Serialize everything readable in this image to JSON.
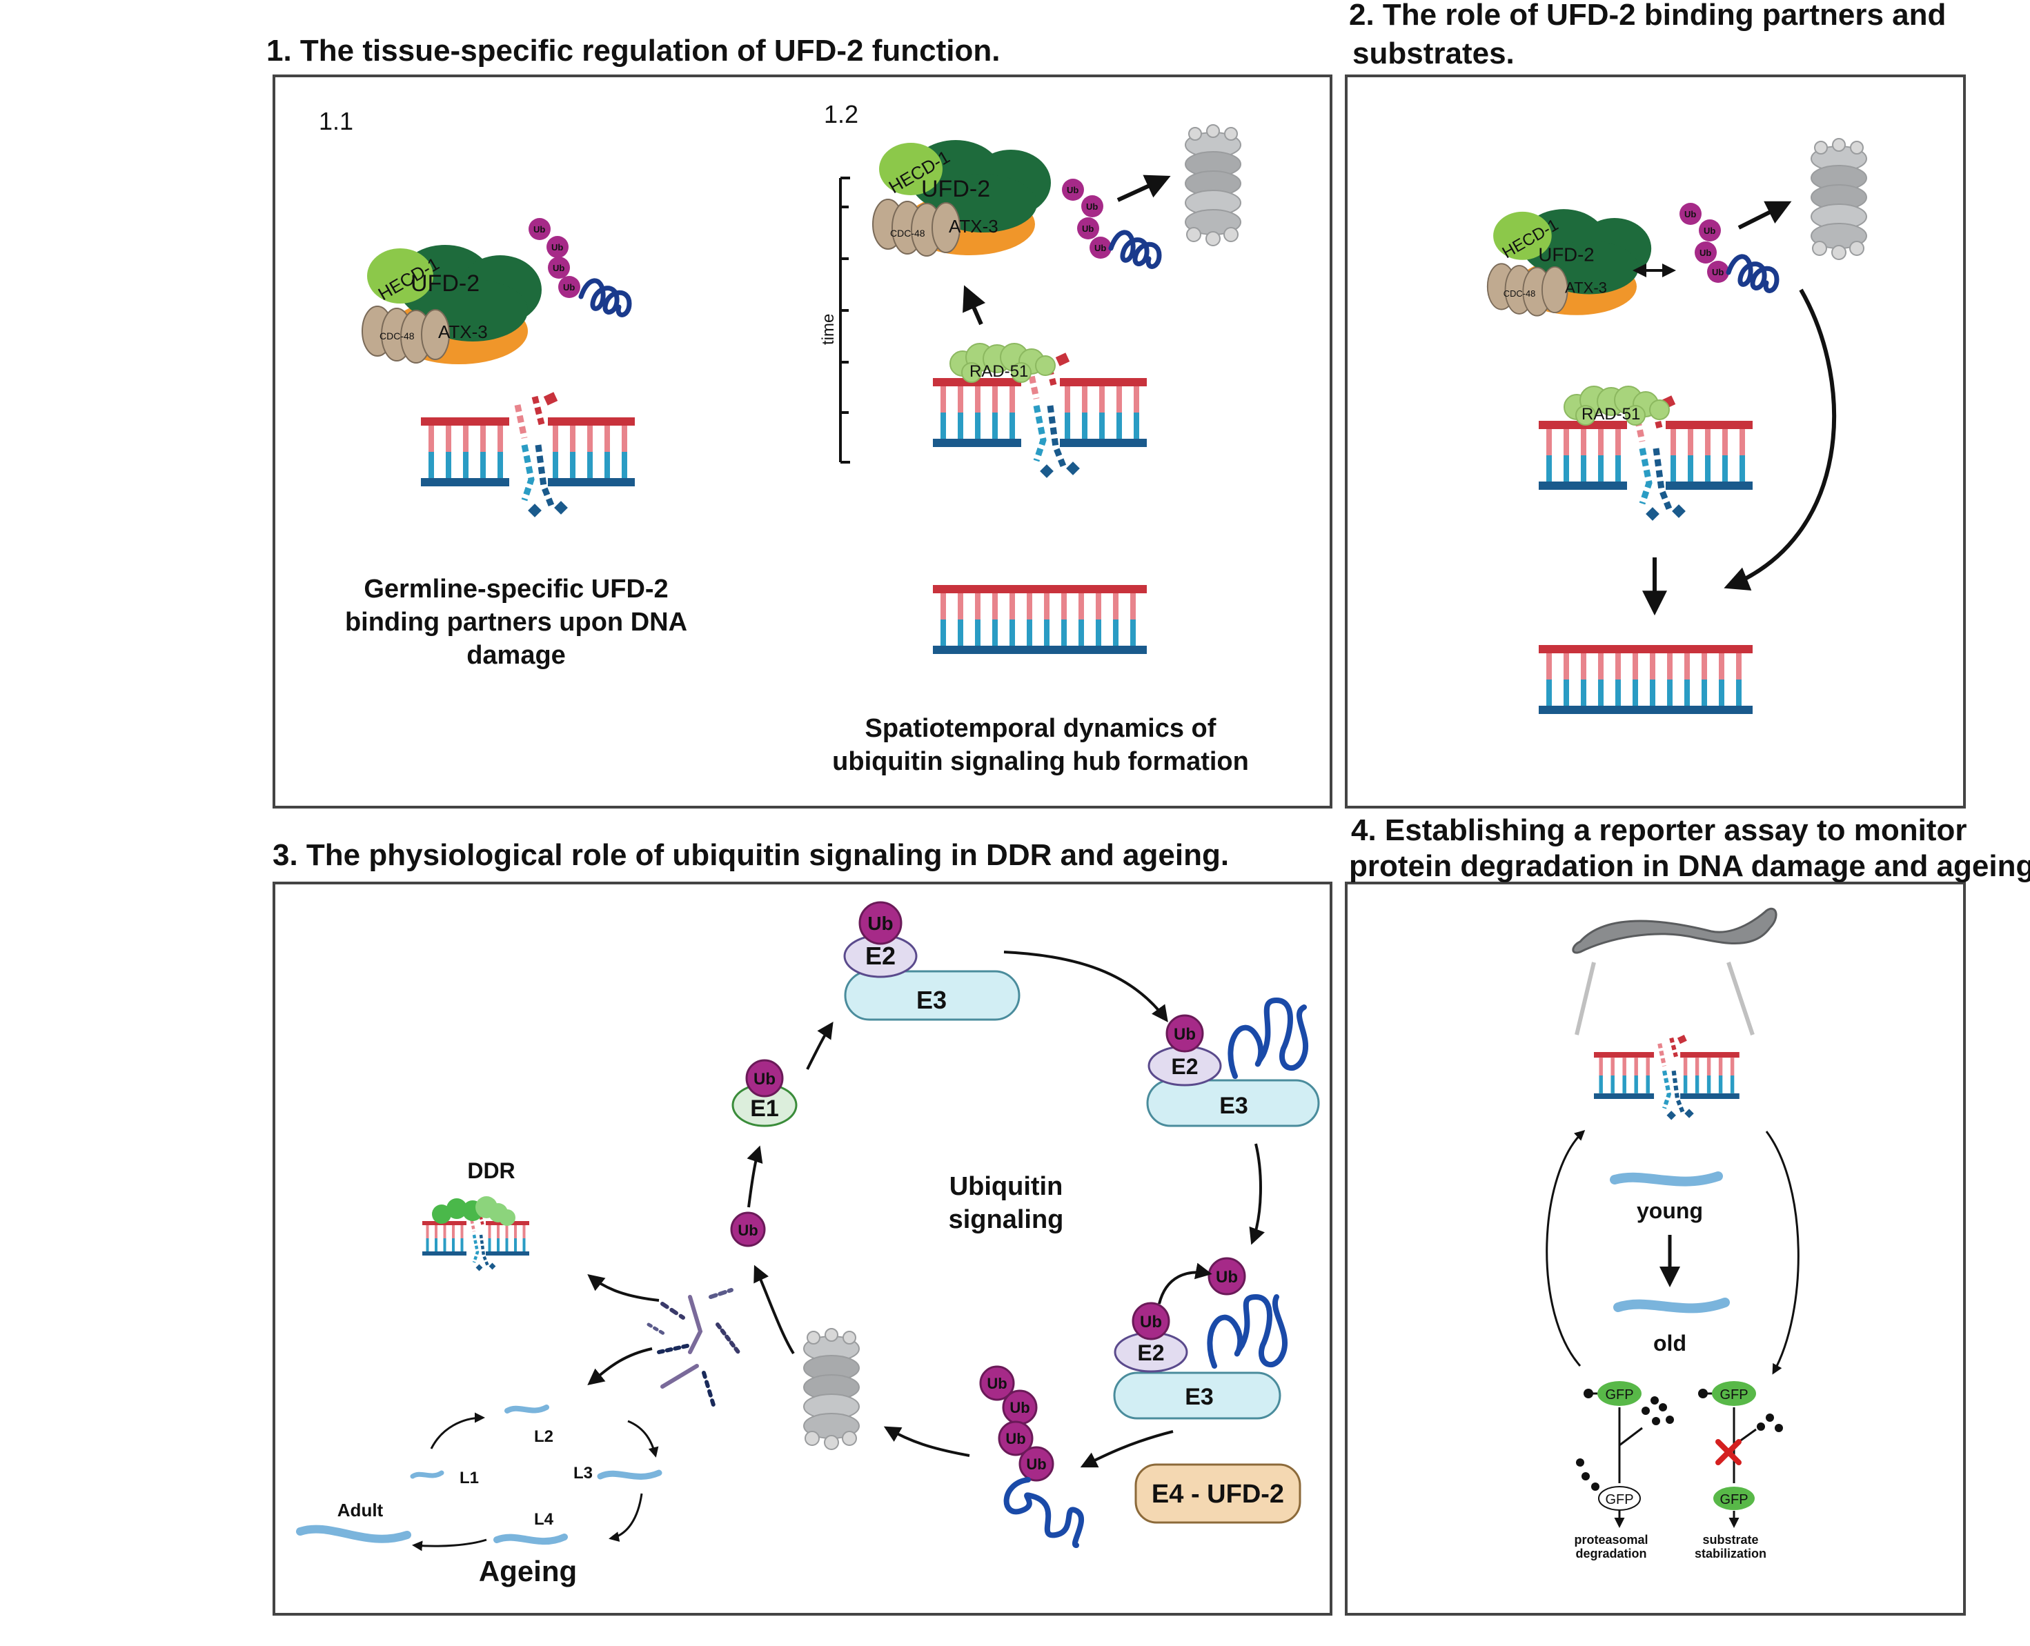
{
  "panel1": {
    "title": "1. The tissue-specific regulation of UFD-2 function.",
    "sub1_label": "1.1",
    "sub2_label": "1.2",
    "caption1": [
      "Germline-specific UFD-2",
      "binding partners upon DNA",
      "damage"
    ],
    "caption2": [
      "Spatiotemporal dynamics of",
      "ubiquitin signaling hub formation"
    ],
    "time_label": "time"
  },
  "panel2": {
    "title": [
      "2. The role of UFD-2 binding partners and",
      "substrates."
    ]
  },
  "panel3": {
    "title": "3. The physiological role of ubiquitin signaling in DDR and ageing.",
    "center_label": [
      "Ubiquitin",
      "signaling"
    ],
    "ddr_label": "DDR",
    "ageing_label": "Ageing",
    "stages": {
      "l1": "L1",
      "l2": "L2",
      "l3": "L3",
      "l4": "L4",
      "adult": "Adult"
    },
    "e4_label": "E4 - UFD-2",
    "enzymes": {
      "e1": "E1",
      "e2": "E2",
      "e3": "E3"
    }
  },
  "panel4": {
    "title": [
      "4. Establishing a reporter assay to monitor",
      "protein degradation in DNA damage and ageing."
    ],
    "young": "young",
    "old": "old",
    "gfp": "GFP",
    "outcome1": [
      "proteasomal",
      "degradation"
    ],
    "outcome2": [
      "substrate",
      "stabilization"
    ]
  },
  "complex": {
    "hecd": "HECD-1",
    "ufd": "UFD-2",
    "atx": "ATX-3",
    "cdc": "CDC-48"
  },
  "ub": "Ub",
  "rad51": "RAD-51",
  "colors": {
    "dna_red": "#c8323c",
    "dna_pink": "#e8848c",
    "dna_blue": "#1a5a8c",
    "dna_cyan": "#2a9cc4",
    "ub_magenta": "#a62a88",
    "ufd_green": "#1e6b3c",
    "hecd_green": "#8cc84a",
    "atx_orange": "#f0962a",
    "cdc_tan": "#c0aa90",
    "e3_blue": "#d2eef4",
    "e2_lilac": "#e2dcf0",
    "e1_green": "#dceedc",
    "e4_tan": "#f4d8b2",
    "gfp_green": "#58b848",
    "worm_blue": "#7ab4dc"
  }
}
